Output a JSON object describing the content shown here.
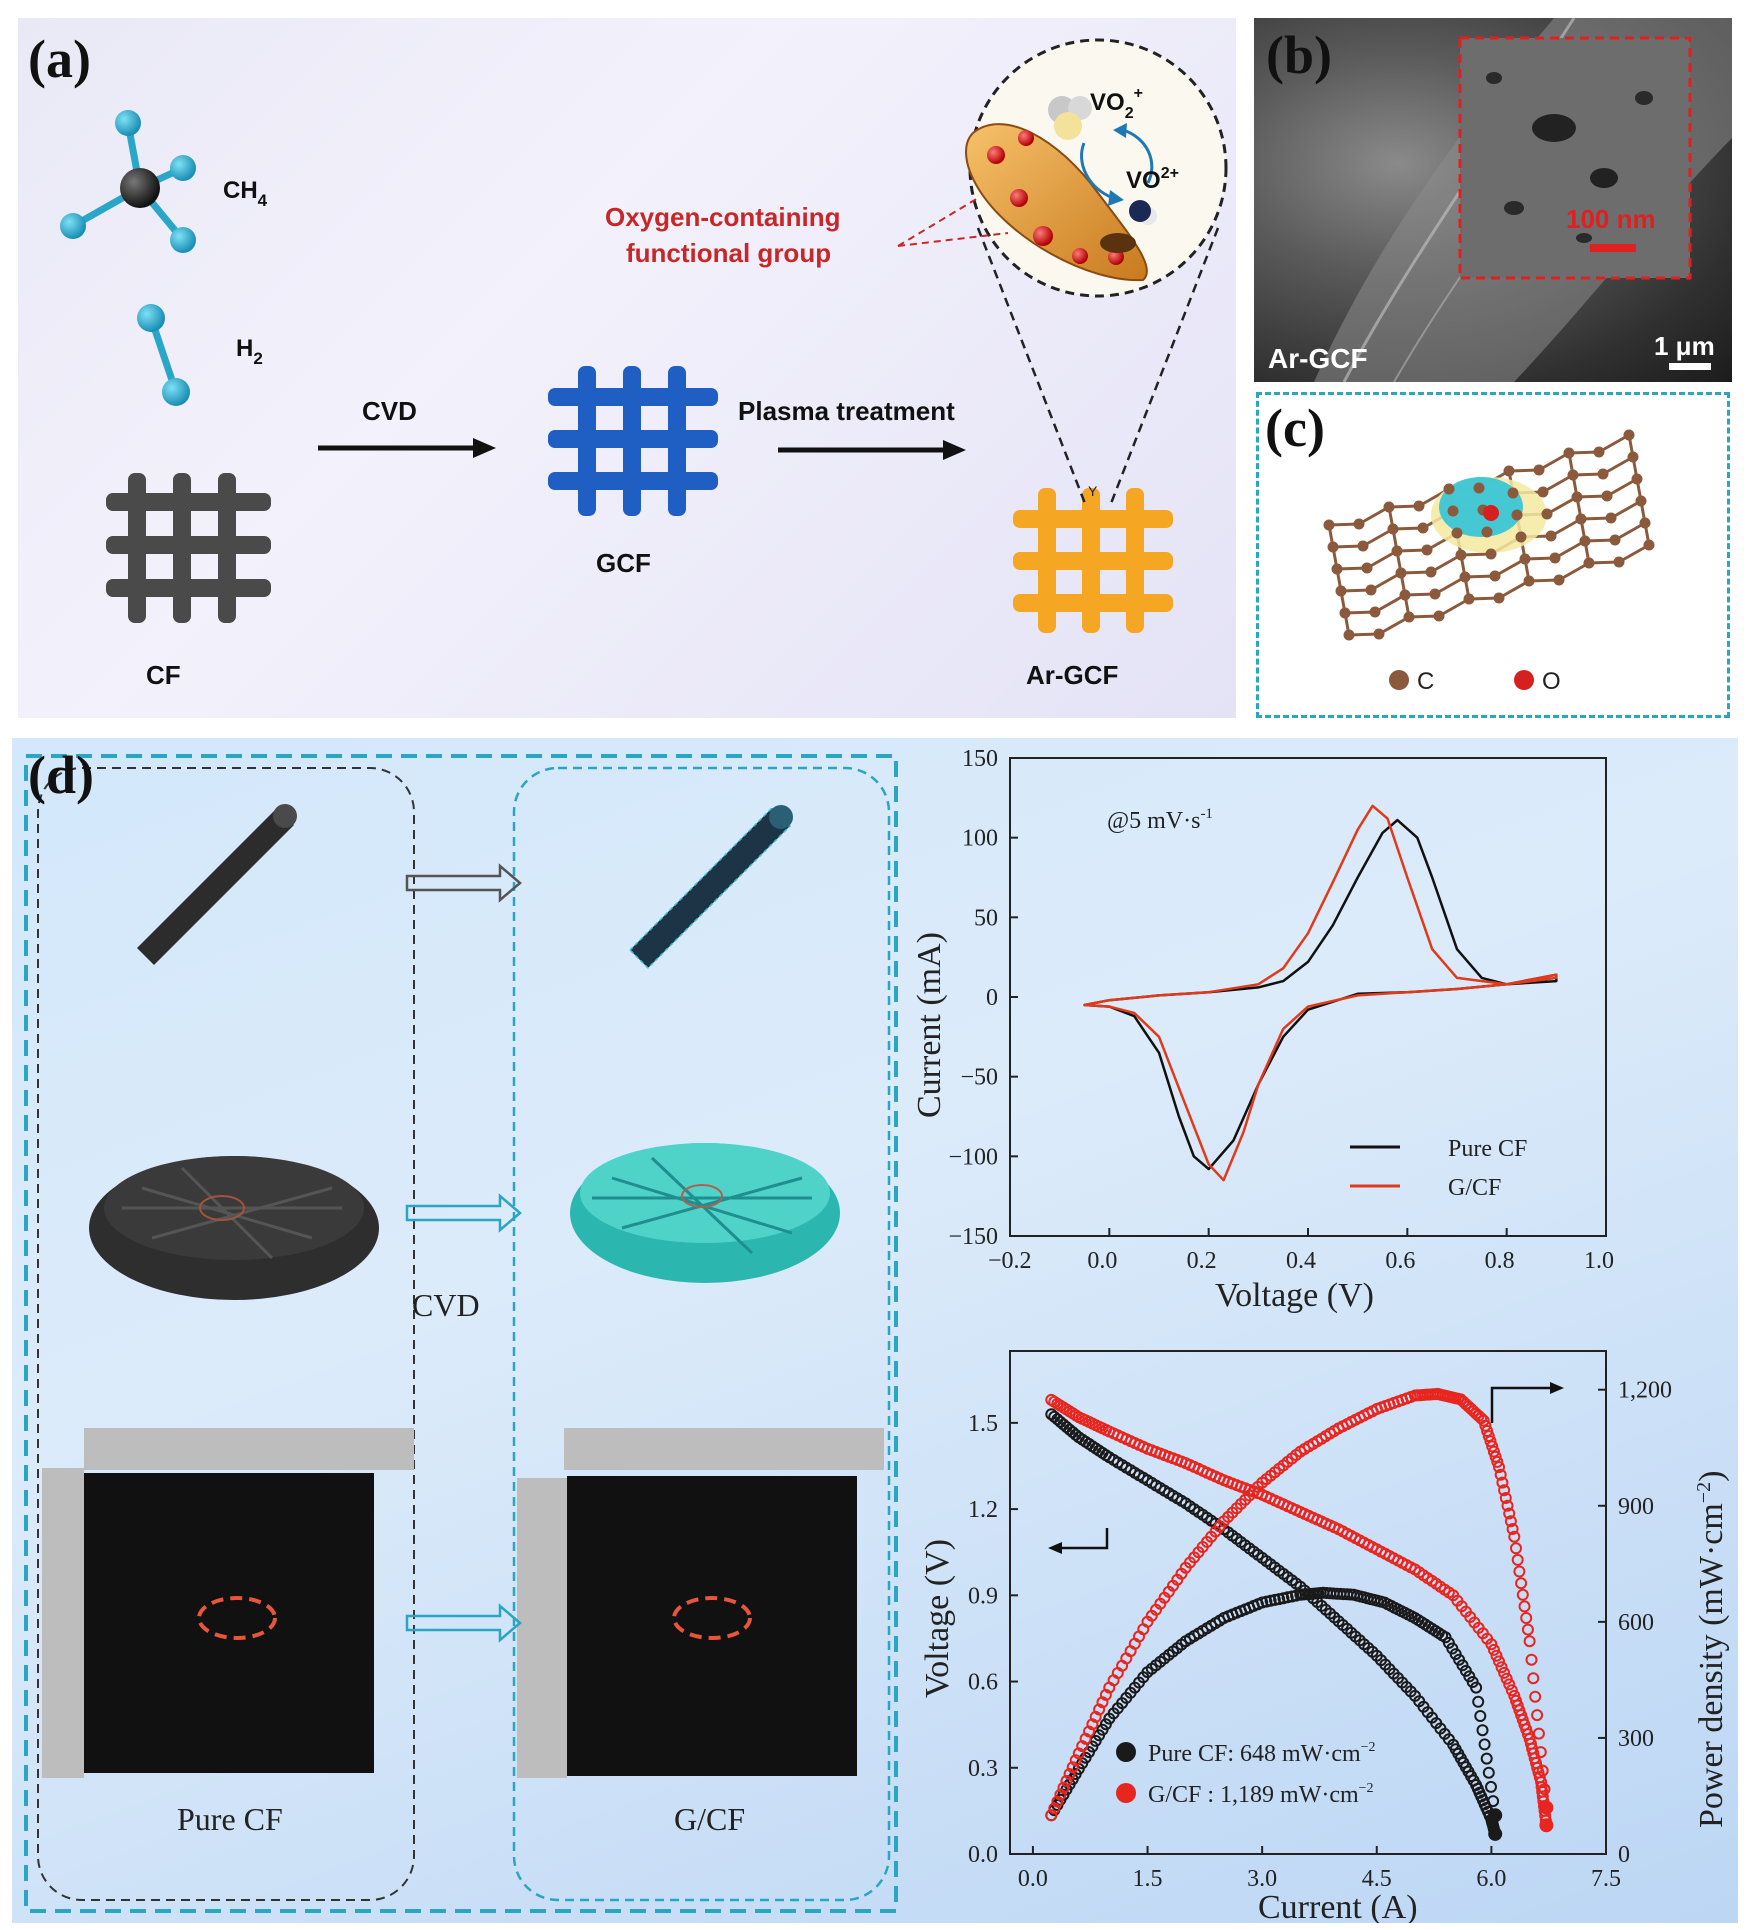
{
  "panel_a": {
    "label": "(a)",
    "ch4": "CH",
    "ch4_sub": "4",
    "h2": "H",
    "h2_sub": "2",
    "cvd": "CVD",
    "plasma": "Plasma treatment",
    "cf": "CF",
    "gcf": "GCF",
    "argcf": "Ar-GCF",
    "oxygen_line1": "Oxygen-containing",
    "oxygen_line2": "functional group",
    "vo2plus": "VO",
    "vo2plus_sub": "2",
    "vo2plus_sup": "+",
    "vo2_2plus": "VO",
    "vo2_2plus_sup": "2+",
    "colors": {
      "cf": "#4a4a4a",
      "gcf": "#1f5fc4",
      "argcf": "#f5a623",
      "oxygen_text": "#c62828"
    }
  },
  "panel_b": {
    "label": "(b)",
    "sample": "Ar-GCF",
    "inset_scale": "100 nm",
    "scale": "1 μm"
  },
  "panel_c": {
    "label": "(c)",
    "legend_c": "C",
    "legend_o": "O",
    "colors": {
      "carbon": "#8b5a3c",
      "oxygen": "#d62020",
      "density": "#3cc6d6"
    }
  },
  "panel_d": {
    "label": "(d)",
    "cvd": "CVD",
    "pure_cf": "Pure CF",
    "gcf": "G/CF"
  },
  "cv_chart": {
    "annotation": "@5 mV·s",
    "annotation_sup": "-1",
    "xlabel": "Voltage (V)",
    "ylabel": "Current (mA)",
    "xticks": [
      "−0.2",
      "0.0",
      "0.2",
      "0.4",
      "0.6",
      "0.8",
      "1.0"
    ],
    "yticks": [
      "150",
      "100",
      "50",
      "0",
      "−50",
      "−100",
      "−150"
    ],
    "legend": [
      "Pure CF",
      "G/CF"
    ]
  },
  "pol_chart": {
    "xlabel": "Current (A)",
    "ylabel_left": "Voltage (V)",
    "ylabel_right": "Power density (mW·cm",
    "ylabel_right_sup": "−2",
    "ylabel_right_end": ")",
    "xticks": [
      "0.0",
      "1.5",
      "3.0",
      "4.5",
      "6.0",
      "7.5"
    ],
    "yticks_left": [
      "0.0",
      "0.3",
      "0.6",
      "0.9",
      "1.2",
      "1.5"
    ],
    "yticks_right": [
      "0",
      "300",
      "600",
      "900",
      "1,200"
    ],
    "legend_pure": "Pure CF: 648 mW·cm",
    "legend_pure_sup": "−2",
    "legend_gcf": "G/CF : 1,189 mW·cm",
    "legend_gcf_sup": "−2"
  },
  "chart_data": [
    {
      "type": "line",
      "title": "",
      "xlabel": "Voltage (V)",
      "ylabel": "Current (mA)",
      "xlim": [
        -0.2,
        1.0
      ],
      "ylim": [
        -150,
        150
      ],
      "annotation": "@5 mV·s-1",
      "series": [
        {
          "name": "Pure CF",
          "color": "#111111",
          "forward": {
            "x": [
              -0.05,
              0.0,
              0.1,
              0.2,
              0.3,
              0.35,
              0.4,
              0.45,
              0.5,
              0.55,
              0.58,
              0.62,
              0.65,
              0.7,
              0.75,
              0.8,
              0.9
            ],
            "y": [
              -5,
              -2,
              1,
              3,
              6,
              10,
              22,
              45,
              75,
              103,
              111,
              100,
              75,
              30,
              12,
              8,
              10
            ]
          },
          "reverse": {
            "x": [
              0.9,
              0.8,
              0.7,
              0.6,
              0.5,
              0.4,
              0.35,
              0.3,
              0.25,
              0.2,
              0.17,
              0.14,
              0.1,
              0.05,
              0.0,
              -0.05
            ],
            "y": [
              14,
              8,
              5,
              3,
              2,
              -8,
              -25,
              -55,
              -90,
              -108,
              -100,
              -75,
              -35,
              -12,
              -6,
              -5
            ]
          }
        },
        {
          "name": "G/CF",
          "color": "#e03a1a",
          "forward": {
            "x": [
              -0.05,
              0.0,
              0.1,
              0.2,
              0.3,
              0.35,
              0.4,
              0.45,
              0.5,
              0.53,
              0.56,
              0.6,
              0.65,
              0.7,
              0.8,
              0.9
            ],
            "y": [
              -5,
              -2,
              1,
              3,
              8,
              18,
              40,
              72,
              105,
              120,
              112,
              75,
              30,
              12,
              8,
              12
            ]
          },
          "reverse": {
            "x": [
              0.9,
              0.8,
              0.7,
              0.6,
              0.5,
              0.4,
              0.35,
              0.3,
              0.27,
              0.23,
              0.2,
              0.15,
              0.1,
              0.05,
              0.0,
              -0.05
            ],
            "y": [
              14,
              8,
              5,
              3,
              1,
              -6,
              -20,
              -55,
              -85,
              -115,
              -105,
              -65,
              -25,
              -10,
              -6,
              -5
            ]
          }
        }
      ]
    },
    {
      "type": "scatter",
      "title": "",
      "xlabel": "Current (A)",
      "ylabel": "Voltage (V)",
      "ylabel_right": "Power density (mW·cm−2)",
      "xlim": [
        -0.3,
        7.5
      ],
      "ylim": [
        0.0,
        1.75
      ],
      "ylim_right": [
        0,
        1300
      ],
      "series": [
        {
          "name": "Pure CF: 648 mW·cm−2 (voltage)",
          "color": "#1a1a1a",
          "axis": "left",
          "x": [
            0.24,
            0.6,
            1.0,
            1.5,
            2.0,
            2.5,
            3.0,
            3.5,
            4.0,
            4.5,
            5.0,
            5.5,
            5.8,
            6.0,
            6.05
          ],
          "y": [
            1.53,
            1.45,
            1.38,
            1.3,
            1.22,
            1.13,
            1.03,
            0.93,
            0.81,
            0.69,
            0.55,
            0.38,
            0.24,
            0.12,
            0.07
          ]
        },
        {
          "name": "Pure CF: 648 mW·cm−2 (power)",
          "color": "#1a1a1a",
          "axis": "right",
          "x": [
            0.24,
            0.6,
            1.0,
            1.5,
            2.0,
            2.5,
            3.0,
            3.5,
            3.8,
            4.2,
            4.6,
            5.0,
            5.4,
            5.8,
            6.05
          ],
          "y": [
            100,
            220,
            350,
            470,
            550,
            610,
            650,
            670,
            675,
            670,
            650,
            610,
            560,
            430,
            100
          ]
        },
        {
          "name": "G/CF : 1,189 mW·cm−2 (voltage)",
          "color": "#e8251e",
          "axis": "left",
          "x": [
            0.24,
            0.6,
            1.0,
            1.5,
            2.0,
            2.5,
            3.0,
            3.5,
            4.0,
            4.5,
            5.0,
            5.5,
            6.0,
            6.3,
            6.5,
            6.65,
            6.72
          ],
          "y": [
            1.58,
            1.52,
            1.47,
            1.41,
            1.36,
            1.3,
            1.25,
            1.19,
            1.13,
            1.06,
            0.99,
            0.9,
            0.73,
            0.55,
            0.4,
            0.25,
            0.1
          ]
        },
        {
          "name": "G/CF : 1,189 mW·cm−2 (power)",
          "color": "#e8251e",
          "axis": "right",
          "x": [
            0.24,
            0.6,
            1.0,
            1.5,
            2.0,
            2.5,
            3.0,
            3.5,
            4.0,
            4.5,
            5.0,
            5.3,
            5.6,
            5.9,
            6.1,
            6.3,
            6.5,
            6.72
          ],
          "y": [
            100,
            260,
            430,
            600,
            740,
            860,
            960,
            1040,
            1100,
            1150,
            1185,
            1189,
            1175,
            1120,
            1000,
            820,
            550,
            120
          ]
        }
      ]
    }
  ]
}
